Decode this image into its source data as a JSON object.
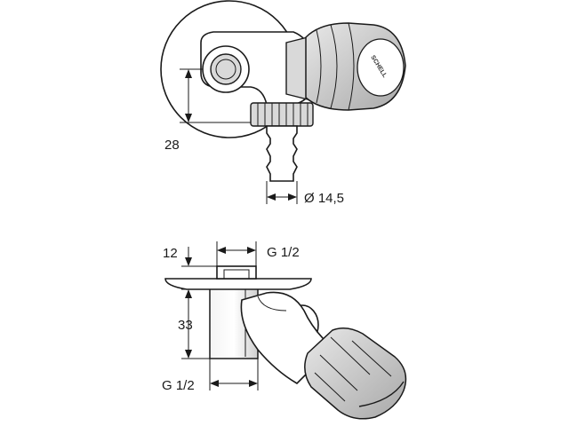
{
  "top_view": {
    "dim_height": "28",
    "dim_hose_diameter": "Ø 14,5",
    "brand_logo": "SCHELL"
  },
  "side_view": {
    "dim_flange": "12",
    "dim_thread_top": "G 1/2",
    "dim_height": "33",
    "dim_thread_bottom": "G 1/2"
  },
  "colors": {
    "line": "#1a1a1a",
    "shading": "#d9d9d9",
    "background": "#ffffff"
  }
}
